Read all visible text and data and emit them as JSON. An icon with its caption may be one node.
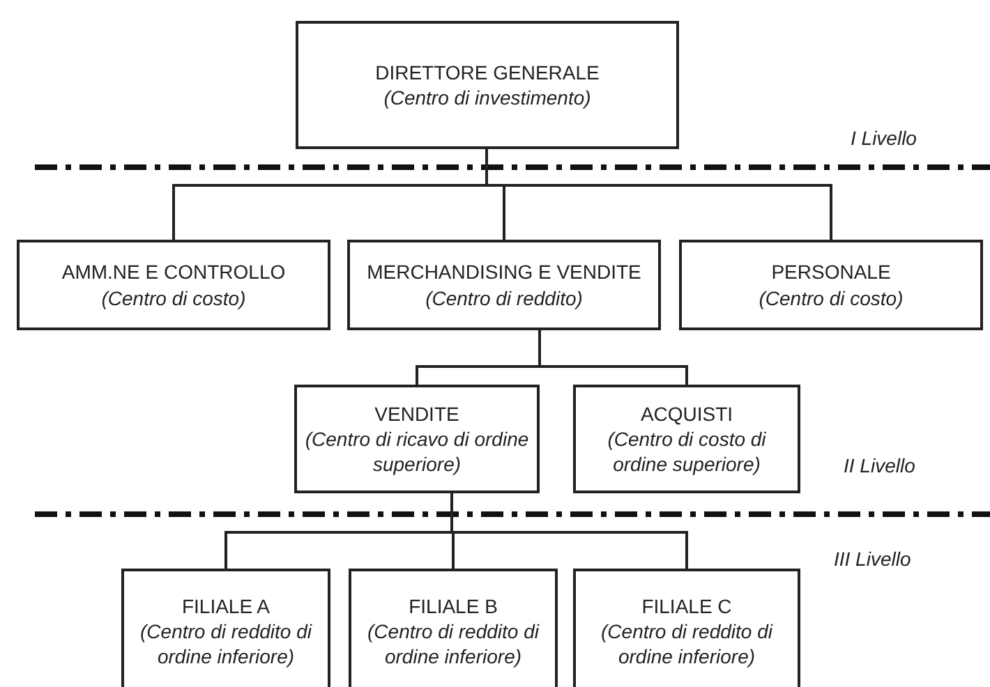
{
  "diagram": {
    "nodes": [
      {
        "text": [
          "DIRETTORE GENERALE",
          "(Centro di investimento)"
        ]
      },
      {
        "text": [
          "AMM.NE E CONTROLLO",
          "(Centro di costo)"
        ]
      },
      {
        "text": [
          "MERCHANDISING E VENDITE",
          "(Centro di reddito)"
        ]
      },
      {
        "text": [
          "PERSONALE",
          "(Centro di costo)"
        ]
      },
      {
        "text": [
          "VENDITE",
          "(Centro di ricavo di ordine superiore)"
        ]
      },
      {
        "text": [
          "ACQUISTI",
          "(Centro di costo di ordine superiore)"
        ]
      },
      {
        "text": [
          "FILIALE A",
          "(Centro di reddito di ordine inferiore)"
        ]
      },
      {
        "text": [
          "FILIALE B",
          "(Centro di reddito di ordine inferiore)"
        ]
      },
      {
        "text": [
          "FILIALE C",
          "(Centro di reddito di ordine inferiore)"
        ]
      }
    ],
    "edges": [
      {
        "from": 0,
        "to": 1,
        "arrow": "none"
      },
      {
        "from": 0,
        "to": 2,
        "arrow": "none"
      },
      {
        "from": 0,
        "to": 3,
        "arrow": "none"
      },
      {
        "from": 2,
        "to": 4,
        "arrow": "none"
      },
      {
        "from": 2,
        "to": 5,
        "arrow": "none"
      },
      {
        "from": 4,
        "to": 6,
        "arrow": "none"
      },
      {
        "from": 4,
        "to": 7,
        "arrow": "none"
      },
      {
        "from": 4,
        "to": 8,
        "arrow": "none"
      }
    ],
    "labels": [
      "I Livello",
      "II Livello",
      "III Livello"
    ]
  }
}
